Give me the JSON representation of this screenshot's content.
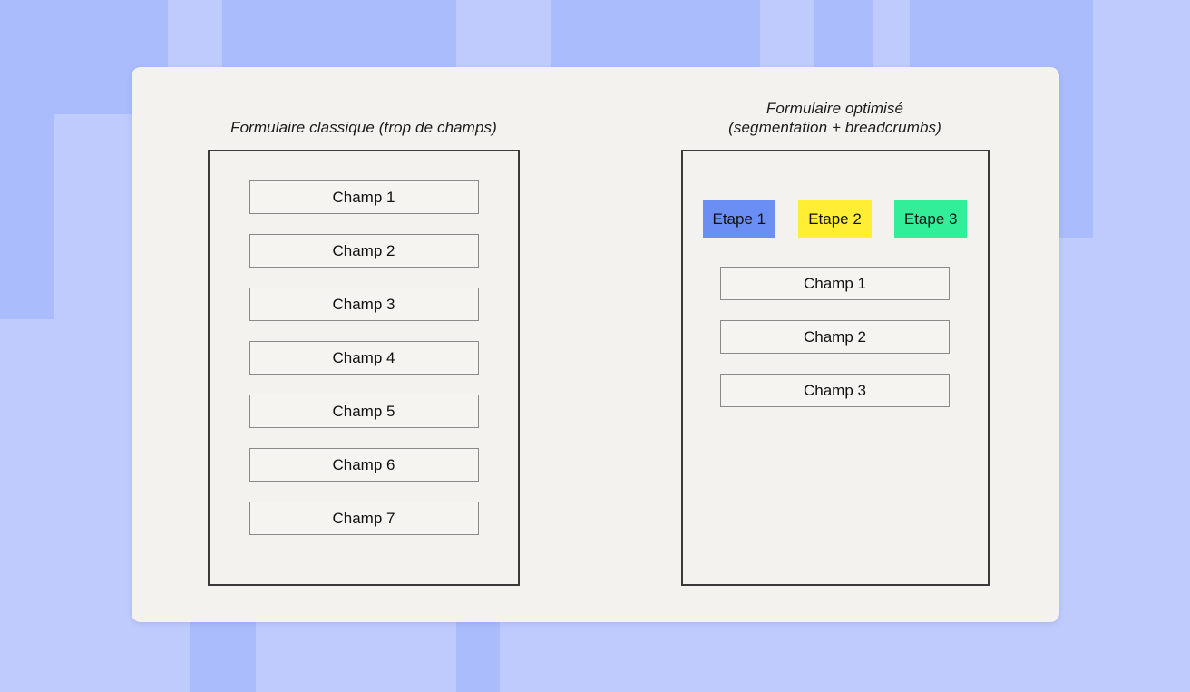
{
  "background": {
    "base_color": "#aabcfc",
    "block_color": "#bfcbfd"
  },
  "card": {
    "background_color": "#f4f2ee"
  },
  "panels": {
    "left": {
      "title": "Formulaire classique (trop de champs)",
      "fields": [
        "Champ 1",
        "Champ 2",
        "Champ 3",
        "Champ 4",
        "Champ 5",
        "Champ 6",
        "Champ 7"
      ]
    },
    "right": {
      "title_line1": "Formulaire optimisé",
      "title_line2": "(segmentation + breadcrumbs)",
      "steps": [
        {
          "label": "Etape 1",
          "color": "#6b8ef5"
        },
        {
          "label": "Etape 2",
          "color": "#ffee33"
        },
        {
          "label": "Etape 3",
          "color": "#33ee99"
        }
      ],
      "fields": [
        "Champ 1",
        "Champ 2",
        "Champ 3"
      ]
    }
  }
}
